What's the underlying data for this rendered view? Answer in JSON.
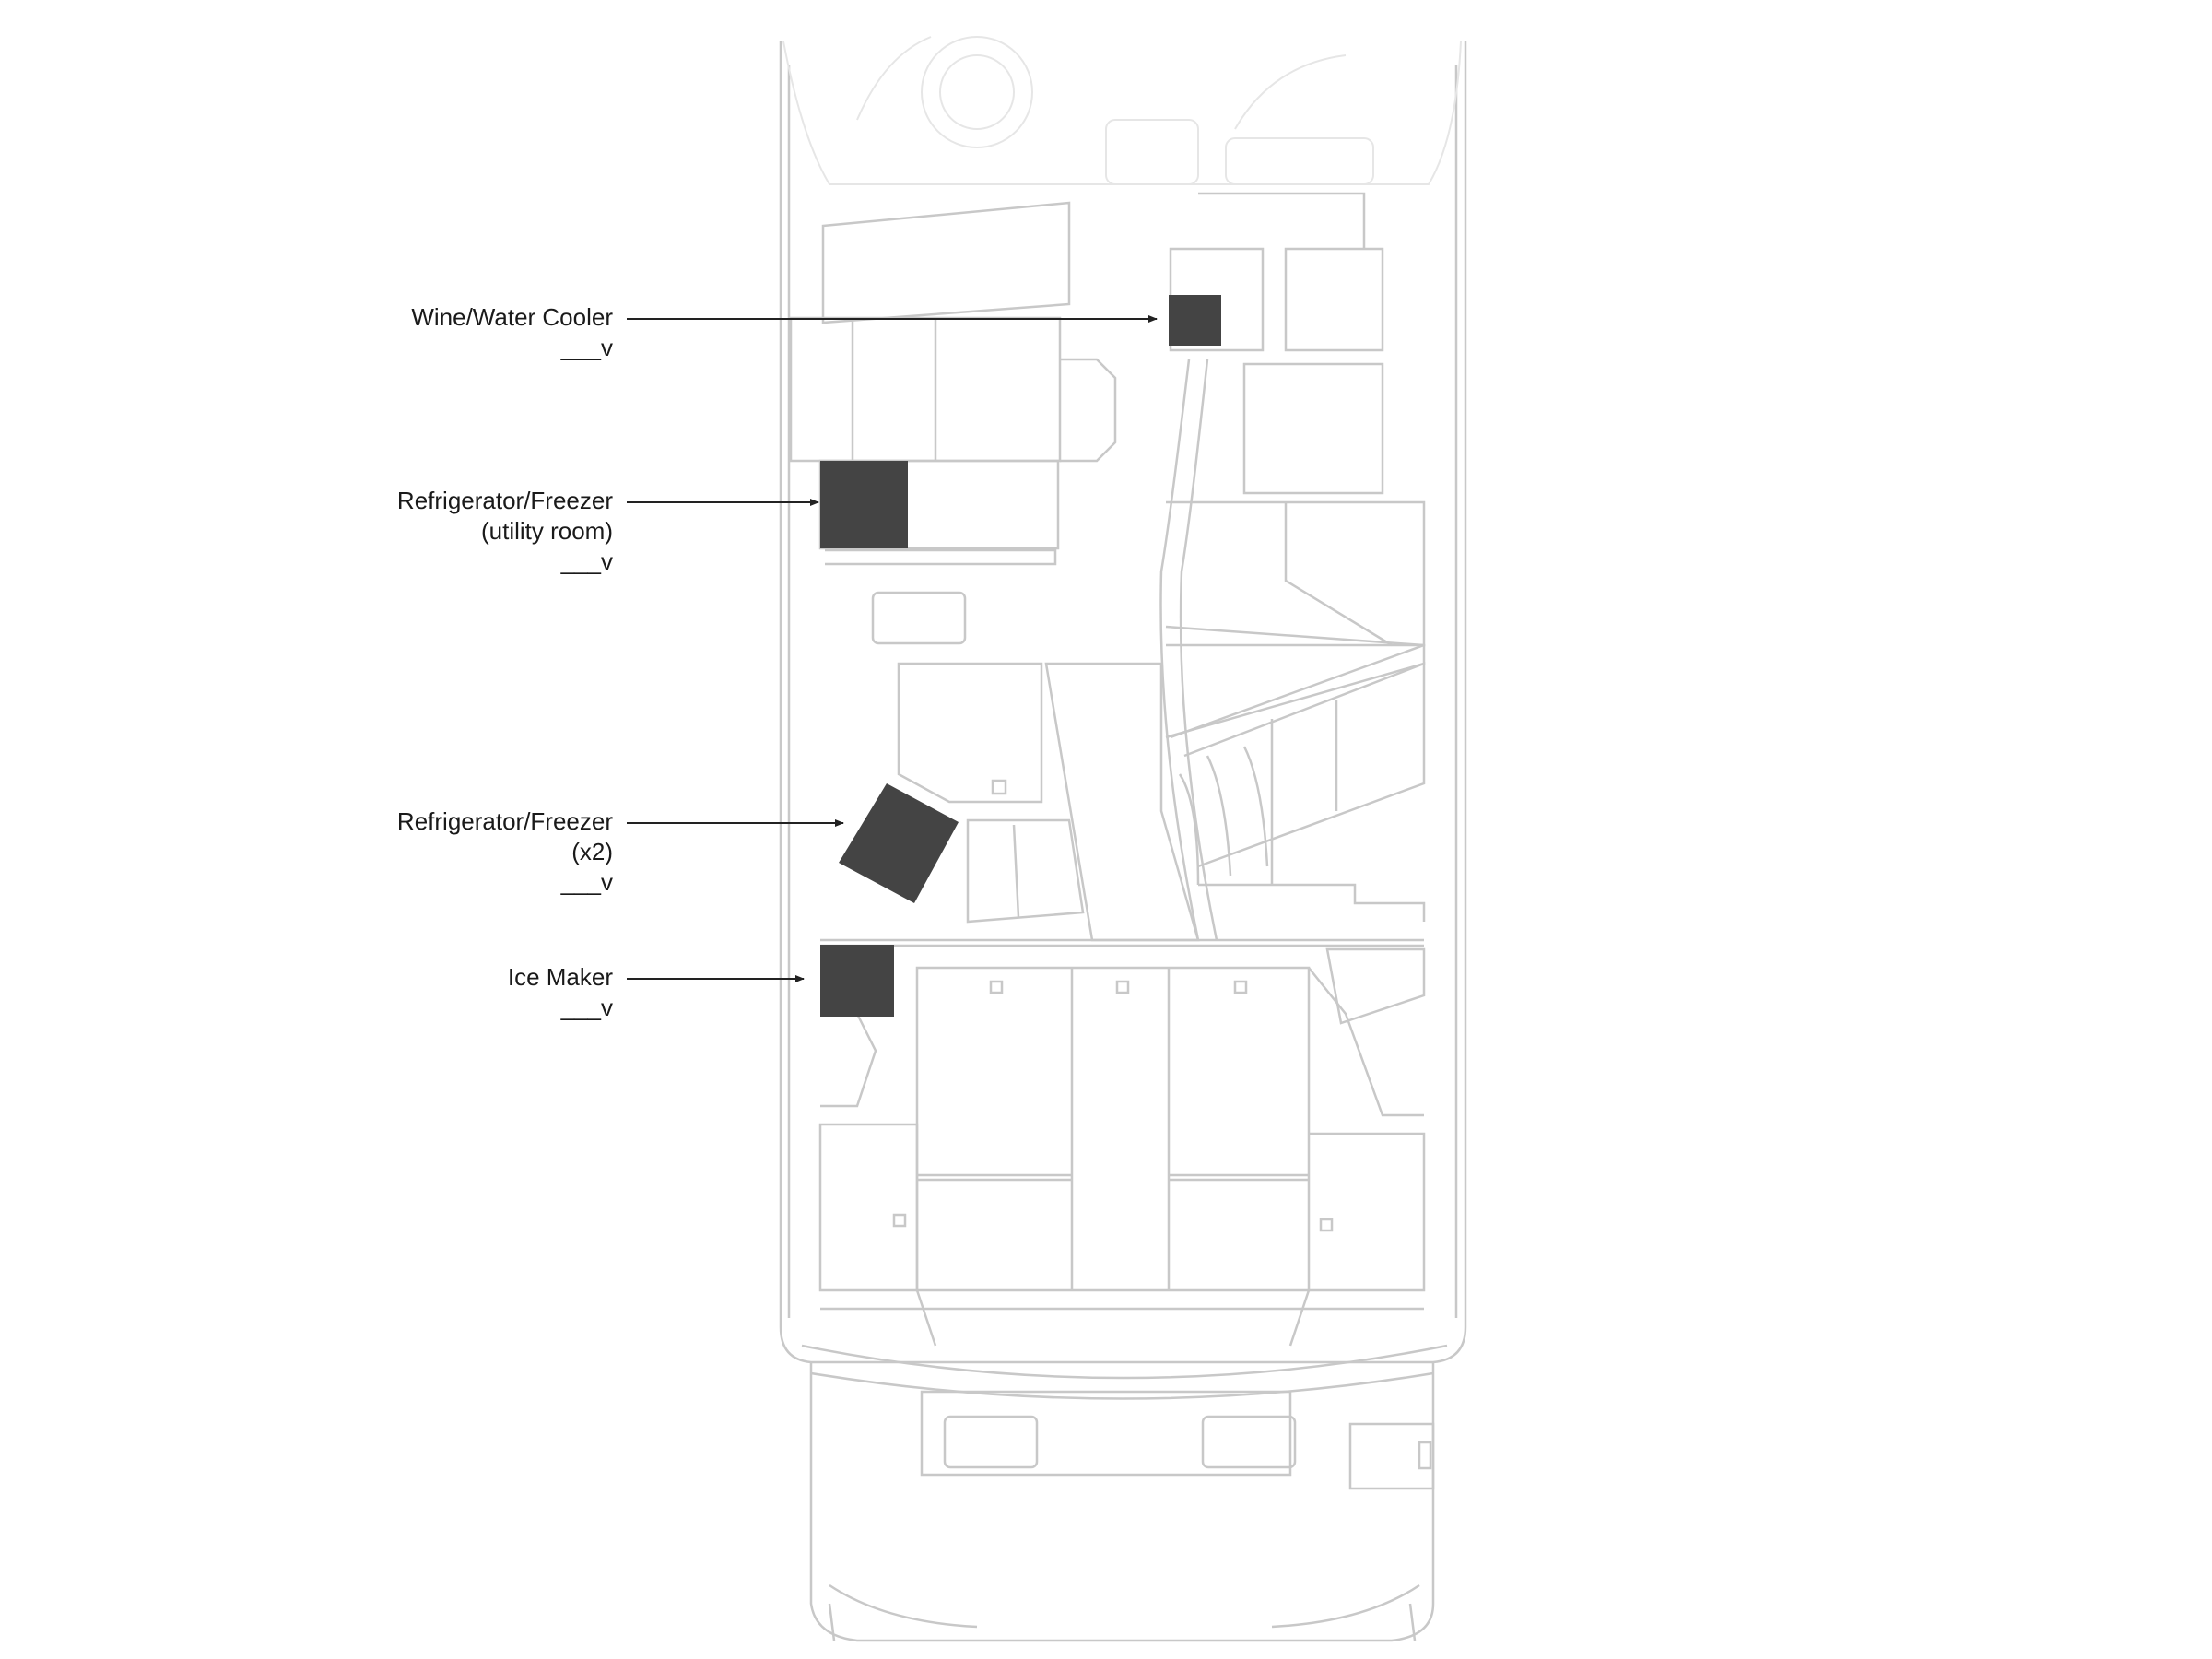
{
  "callouts": [
    {
      "id": "wine-cooler",
      "lines": [
        "Wine/Water Cooler",
        "___v"
      ]
    },
    {
      "id": "fridge-utility",
      "lines": [
        "Refrigerator/Freezer",
        "(utility room)",
        "___v"
      ]
    },
    {
      "id": "fridge-x2",
      "lines": [
        "Refrigerator/Freezer",
        "(x2)",
        "___v"
      ]
    },
    {
      "id": "ice-maker",
      "lines": [
        "Ice Maker",
        "___v"
      ]
    }
  ],
  "colors": {
    "outline": "#c8c8c8",
    "appliance": "#444444",
    "text": "#1a1a1a",
    "leader": "#222222"
  }
}
